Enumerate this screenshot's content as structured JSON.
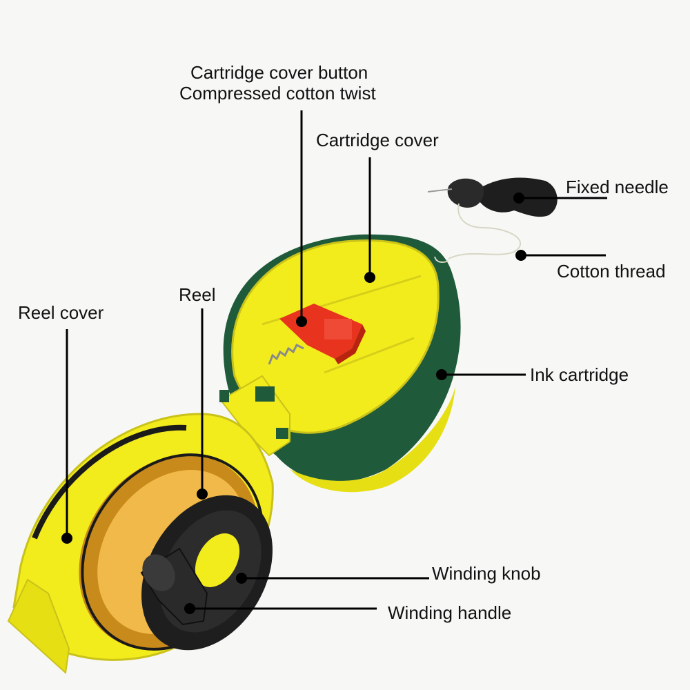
{
  "labels": {
    "cartridge_cover_button": "Cartridge cover button",
    "compressed_cotton_twist": "Compressed cotton twist",
    "cartridge_cover": "Cartridge cover",
    "fixed_needle": "Fixed needle",
    "cotton_thread": "Cotton thread",
    "reel": "Reel",
    "reel_cover": "Reel cover",
    "ink_cartridge": "Ink cartridge",
    "winding_knob": "Winding knob",
    "winding_handle": "Winding handle"
  },
  "colors": {
    "body_yellow": "#f2ec1c",
    "body_green": "#1f5a3a",
    "button_red": "#e8331e",
    "knob_black": "#1e1e1e",
    "thread": "#d8d6c4",
    "leader": "#000000"
  }
}
